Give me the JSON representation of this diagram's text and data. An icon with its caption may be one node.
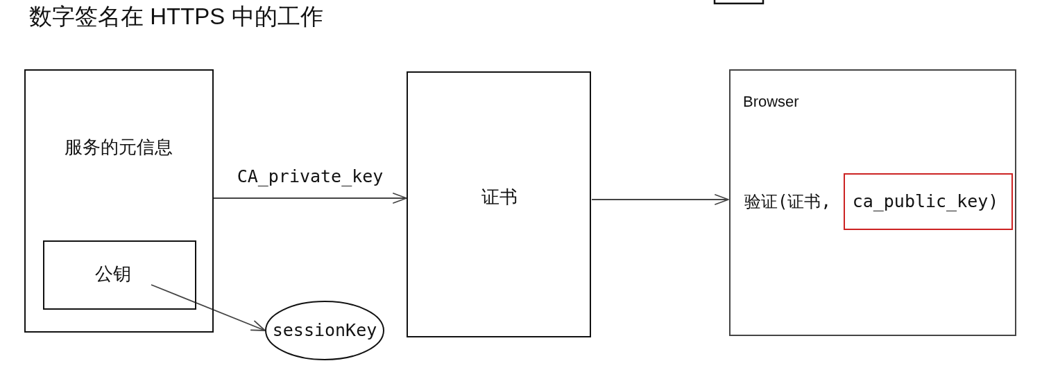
{
  "diagram": {
    "title": "数字签名在 HTTPS 中的工作",
    "nodes": [
      {
        "text": [
          "服务的元信息"
        ]
      },
      {
        "text": [
          "公钥"
        ],
        "in": 0
      },
      {
        "text": [
          "sessionKey"
        ]
      },
      {
        "text": [
          "证书"
        ]
      },
      {
        "text": [
          "Browser",
          "验证(证书,"
        ]
      },
      {
        "text": [
          "ca_public_key)"
        ],
        "in": 4
      }
    ],
    "edges": [
      {
        "from": 0,
        "to": 3,
        "arrow": "to",
        "label": "CA_private_key"
      },
      {
        "from": 3,
        "to": 4,
        "arrow": "to"
      },
      {
        "from": 1,
        "to": 2,
        "arrow": "to"
      }
    ]
  }
}
